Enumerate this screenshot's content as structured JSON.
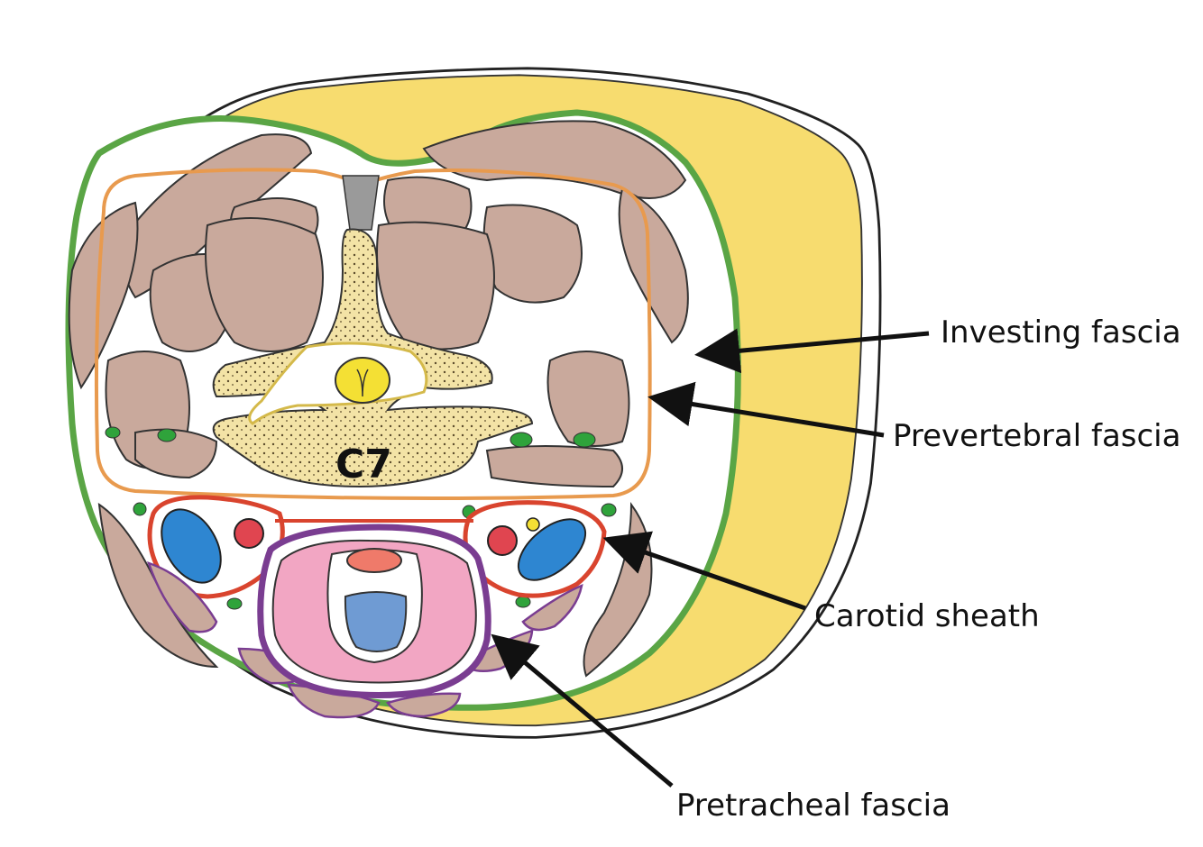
{
  "vertebra_label": "C7",
  "labels": {
    "investing": "Investing fascia",
    "prevertebral": "Prevertebral fascia",
    "carotid": "Carotid sheath",
    "pretracheal": "Pretracheal fascia"
  },
  "colors": {
    "fat": "#f7dc6f",
    "investing_fascia": "#5aa545",
    "prevertebral_fascia": "#e89a4e",
    "carotid_sheath": "#d9442e",
    "pretracheal_fascia": "#7a3d91",
    "muscle": "#c9a99c",
    "bone": "#f3e3a6",
    "thyroid": "#f2a6c3",
    "vein": "#2e86d1",
    "artery": "#e04550",
    "nerve": "#2fa33b",
    "spinal_cord": "#f4e034"
  }
}
